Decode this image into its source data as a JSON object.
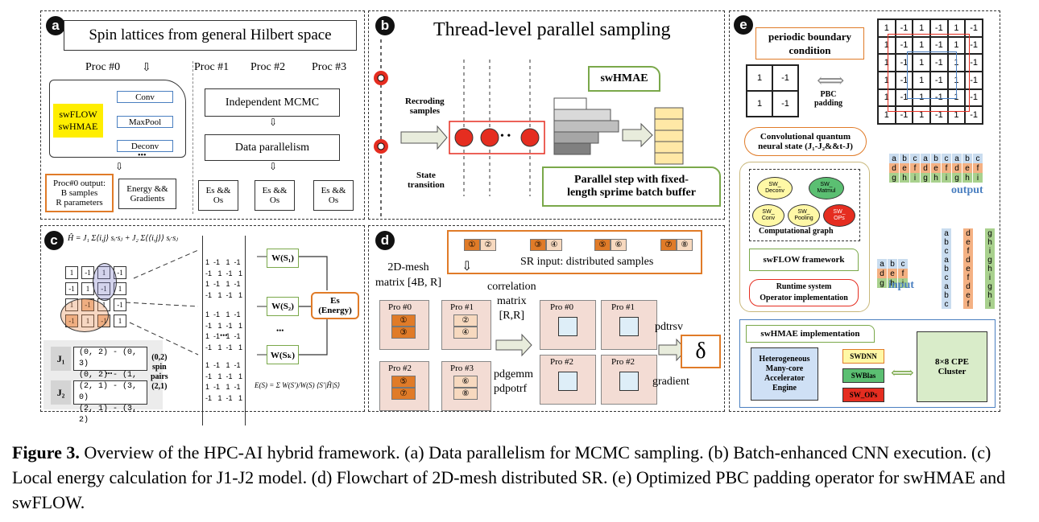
{
  "panel_a": {
    "badge": "a",
    "title": "Spin lattices from general Hilbert space",
    "procs": [
      "Proc #0",
      "Proc #1",
      "Proc #2",
      "Proc #3"
    ],
    "frameworks": "swFLOW\nswHMAE",
    "layers": [
      "Conv",
      "MaxPool",
      "Deconv"
    ],
    "dots": "•••",
    "mcmc": "Independent MCMC",
    "dp": "Data parallelism",
    "output": "Proc#0 output:\nB samples\nR parameters",
    "energy": "Energy &&\nGradients",
    "esos": "Es &&\nOs"
  },
  "panel_b": {
    "badge": "b",
    "title": "Thread-level parallel sampling",
    "recording": "Recroding\nsamples",
    "transition": "State\ntransition",
    "swhmae": "swHMAE",
    "parallel": "Parallel step with fixed-\nlength sprime batch buffer",
    "dots": "• •"
  },
  "panel_c": {
    "badge": "c",
    "hamiltonian": "Ĥ = J₁ Σ⟨i,j⟩ sᵢ·sⱼ + J₂ Σ⟨⟨i,j⟩⟩ sᵢ·sⱼ",
    "lattice": [
      "1",
      "-1",
      "1",
      "-1",
      "-1",
      "1",
      "-1",
      "1",
      "1",
      "-1",
      "1",
      "-1",
      "-1",
      "1",
      "-1",
      "1"
    ],
    "j1_label": "J₁",
    "j2_label": "J₂",
    "j1_rows": [
      "(0, 2) - (0, 3)",
      "(0, 2) - (1, 2)"
    ],
    "j2_rows": [
      "(2, 1) - (3, 0)",
      "(2, 1) - (3, 2)"
    ],
    "spin_pairs": "(0,2)\nspin\npairs\n(2,1)",
    "ws": [
      "W(S₁)",
      "W(S₂)",
      "W(Sₖ)"
    ],
    "es": "Es\n(Energy)",
    "matrix_rows": [
      "1  -1   1  -1",
      "-1   1  -1   1",
      "1  -1   1  -1",
      "-1   1  -1   1"
    ],
    "vdots": "⋮",
    "ellipsis": "•••",
    "formula": "E(S) = Σ W(S′)/W(S) ⟨S′|Ĥ|S⟩"
  },
  "panel_d": {
    "badge": "d",
    "sr_input": "SR input: distributed samples",
    "sr_blocks": [
      "①",
      "②",
      "③",
      "④",
      "⑤",
      "⑥",
      "⑦",
      "⑧"
    ],
    "mesh": "2D-mesh\nmatrix [4B, R]",
    "corr": "correlation\nmatrix\n[R,R]",
    "pro": [
      "Pro #0",
      "Pro #1",
      "Pro #2",
      "Pro #3"
    ],
    "pro_cells": [
      [
        "①",
        "③"
      ],
      [
        "②",
        "④"
      ],
      [
        "⑤",
        "⑦"
      ],
      [
        "⑥",
        "⑧"
      ]
    ],
    "pro_right": [
      "Pro #0",
      "Pro #1",
      "Pro #2",
      "Pro #2"
    ],
    "pdgemm": "pdgemm\npdpotrf",
    "pdtrsv": "pdtrsv",
    "delta": "δ",
    "gradient": "gradient"
  },
  "panel_e": {
    "badge": "e",
    "pbc": "periodic boundary\ncondition",
    "pbc_padding": "PBC\npadding",
    "small_grid": [
      "1",
      "-1",
      "1",
      "-1"
    ],
    "big_grid_rows": [
      [
        "1",
        "-1",
        "1",
        "-1",
        "1",
        "-1"
      ],
      [
        "1",
        "-1",
        "1",
        "-1",
        "1",
        "-1"
      ],
      [
        "1",
        "-1",
        "1",
        "-1",
        "1",
        "-1"
      ],
      [
        "1",
        "-1",
        "1",
        "-1",
        "1",
        "-1"
      ],
      [
        "1",
        "-1",
        "1",
        "-1",
        "1",
        "-1"
      ],
      [
        "1",
        "-1",
        "1",
        "-1",
        "1",
        "-1"
      ]
    ],
    "cqns": "Convolutional quantum\nneural state (J₁-J₂&&t-J)",
    "ops": [
      "SW_\nDeconv",
      "SW_\nMatmul",
      "SW_\nConv",
      "SW_\nPooling",
      "SW_\nOPs"
    ],
    "comp_graph": "Computational graph",
    "swflow": "swFLOW framework",
    "runtime": "Runtime system\nOperator implementation",
    "output": "output",
    "input": "input",
    "letters": [
      "a",
      "b",
      "c",
      "d",
      "e",
      "f",
      "g",
      "h",
      "i"
    ],
    "swhmae_impl": "swHMAE implementation",
    "engine": "Heterogeneous\nMany-core\nAccelerator\nEngine",
    "libs": [
      "SWDNN",
      "SWBlas",
      "SW_OPs"
    ],
    "cpe": "8×8 CPE\nCluster",
    "colors": {
      "accent": "#e07b28",
      "green": "#7aa84a",
      "blue": "#4a7fc0",
      "red": "#e52d20"
    }
  },
  "caption": {
    "label": "Figure 3.",
    "text": " Overview of the HPC-AI hybrid framework. (a) Data parallelism for MCMC sampling. (b) Batch-enhanced CNN execution. (c) Local energy calculation for J1-J2 model. (d) Flowchart of 2D-mesh distributed SR. (e) Optimized PBC padding operator for swHMAE and swFLOW."
  }
}
